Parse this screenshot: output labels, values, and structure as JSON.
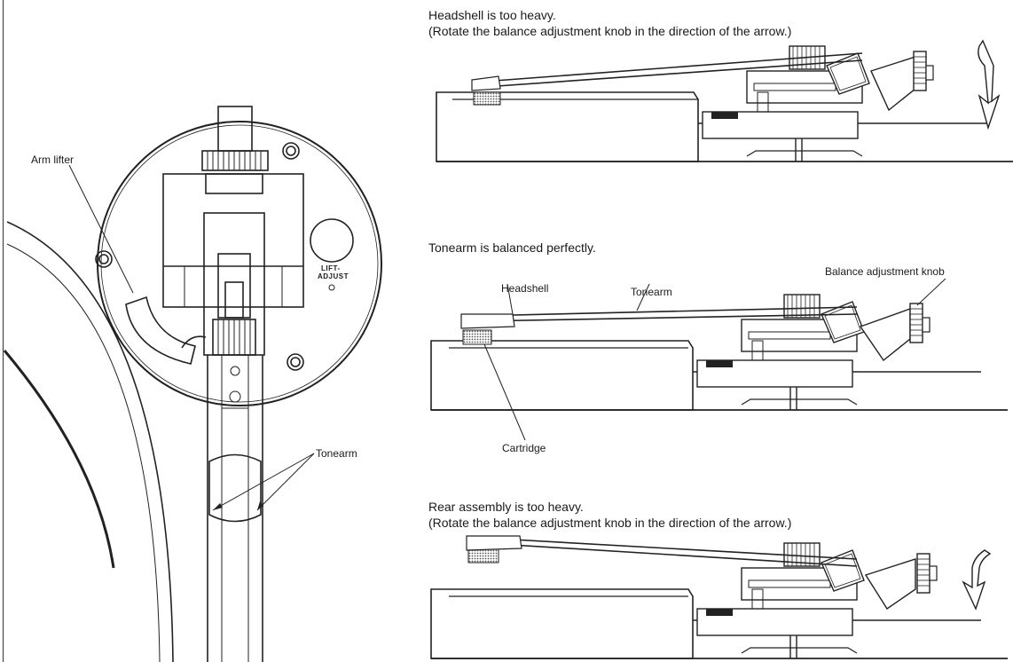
{
  "left_figure": {
    "labels": {
      "arm_lifter": "Arm lifter",
      "tonearm": "Tonearm",
      "lift_adjust_line1": "LIFT-",
      "lift_adjust_line2": "ADJUST"
    }
  },
  "panels": [
    {
      "caption_line1": "Headshell is too heavy.",
      "caption_line2": "(Rotate the balance adjustment knob in the direction of the arrow.)",
      "state": "front-heavy",
      "arrow": "clockwise-down"
    },
    {
      "caption_line1": "Tonearm is balanced perfectly.",
      "state": "balanced",
      "labels": {
        "headshell": "Headshell",
        "tonearm": "Tonearm",
        "balance_knob": "Balance adjustment knob",
        "cartridge": "Cartridge"
      }
    },
    {
      "caption_line1": "Rear assembly is too heavy.",
      "caption_line2": "(Rotate the balance adjustment knob in the direction of the arrow.)",
      "state": "rear-heavy",
      "arrow": "counterclockwise-down"
    }
  ]
}
